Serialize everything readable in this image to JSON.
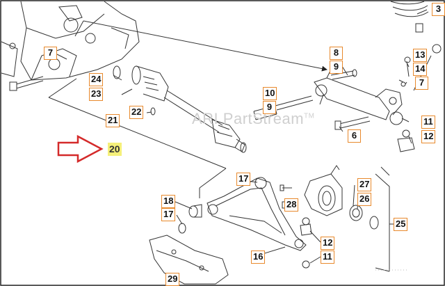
{
  "watermark": {
    "text": "ARI PartStream",
    "mark": "TM"
  },
  "callouts": [
    "3",
    "7",
    "8",
    "9",
    "13",
    "14",
    "7",
    "10",
    "9",
    "24",
    "23",
    "22",
    "21",
    "11",
    "12",
    "6",
    "20",
    "17",
    "18",
    "27",
    "26",
    "17",
    "28",
    "25",
    "12",
    "16",
    "11",
    "29"
  ],
  "highlight_callout": "20",
  "colors": {
    "callout_border": "#e8892c",
    "highlight": "#f5f07a",
    "pointer_arrow": "#d42a2a"
  }
}
